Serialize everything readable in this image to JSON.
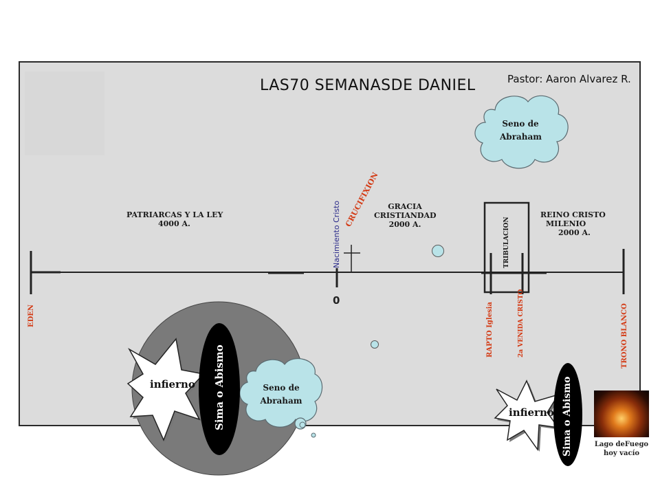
{
  "title": "LAS70 SEMANASDE DANIEL",
  "pastor": "Pastor: Aaron Alvarez R.",
  "eras": {
    "patriarcas": [
      "PATRIARCAS Y LA LEY",
      "4000 A."
    ],
    "gracia": [
      "GRACIA",
      "CRISTIANDAD",
      "2000 A."
    ],
    "reino": [
      "REINO CRISTO",
      "MILENIO",
      "2000 A."
    ]
  },
  "events": {
    "eden": "EDEN",
    "nacimiento": "Nacimiento Cristo",
    "crucifixion": "CRUCIFIXION",
    "tribulacion": "TRIBULACION",
    "rapto": "RAPTO Iglesia",
    "venida": "2a VENIDA CRISTO",
    "trono": "TRONO BLANCO"
  },
  "zero_label": "0",
  "seno_top": [
    "Seno de",
    "Abraham"
  ],
  "seno_bottom": [
    "Seno de",
    "Abraham"
  ],
  "infierno_left": "infierno",
  "infierno_right": "infierno",
  "sima_left": "Sima o Abismo",
  "sima_right": "Sima o Abismo",
  "lago": [
    "Lago deFuego",
    "hoy vacío"
  ],
  "colors": {
    "panel": "#dcdcdc",
    "red_text": "#d33a14",
    "blue_text": "#2a2a8a",
    "cloud": "#b9e3e8",
    "dark_circle": "#7a7a7a",
    "sima": "#000000"
  }
}
